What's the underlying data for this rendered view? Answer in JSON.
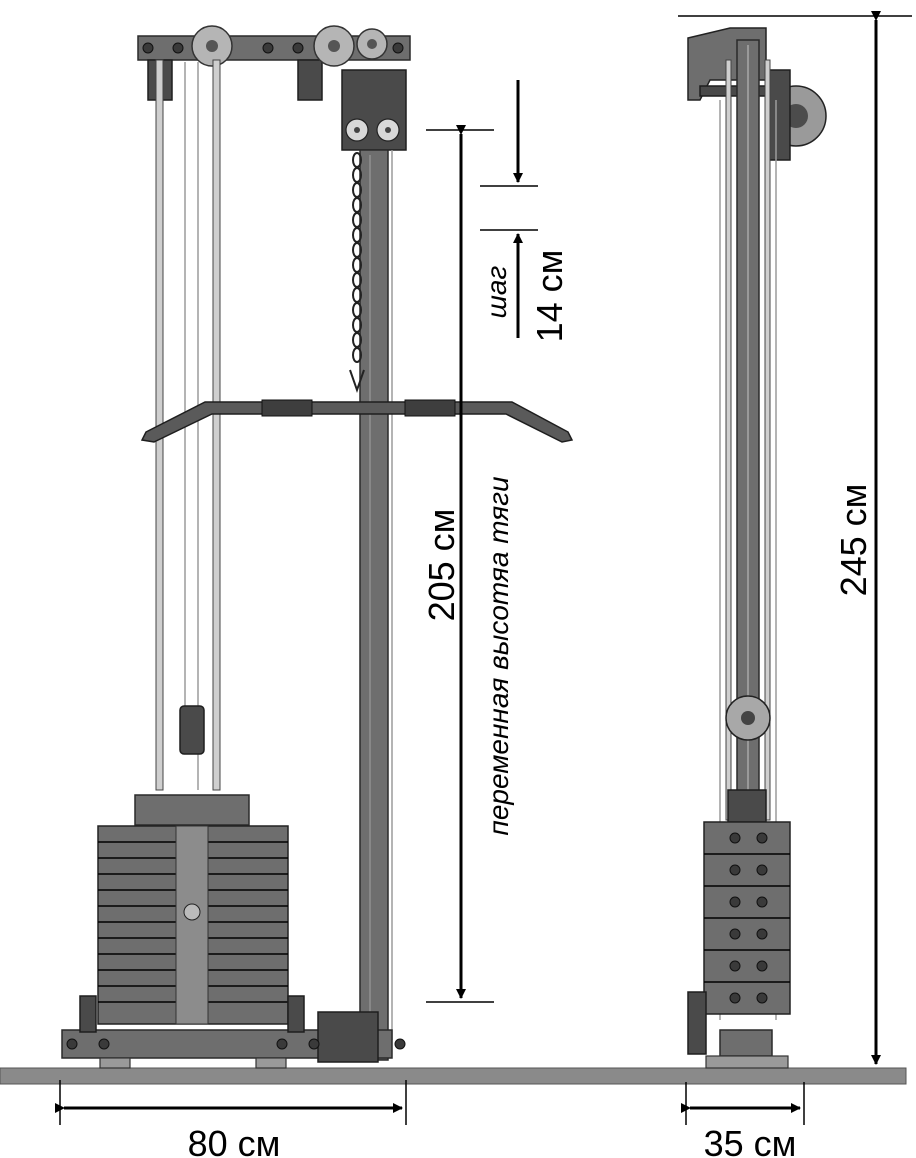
{
  "labels": {
    "width_front": "80 см",
    "depth_side": "35 см",
    "pull_height": "205 см",
    "total_height": "245 см",
    "step_value": "14 см",
    "step_word": "шаг",
    "variable_height": "переменная высотяа тяги"
  },
  "colors": {
    "floor": "#8a8a8a",
    "frame": "#6e6e6e",
    "frame_dark": "#4a4a4a",
    "rod": "#cfcfcf",
    "dimension_line": "#000000"
  },
  "icons": {
    "arrow": "filled-triangle-arrowhead",
    "pulley": "circle-wheel"
  }
}
